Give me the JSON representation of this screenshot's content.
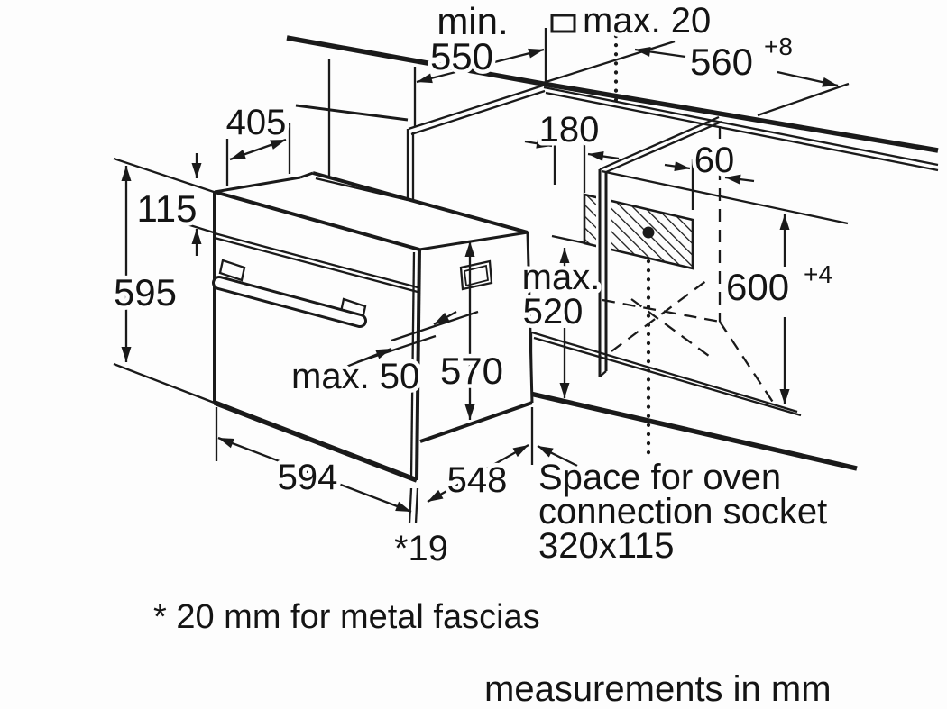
{
  "diagram": {
    "title_hint": "oven installation drawing",
    "dims": {
      "min_word": "min.",
      "d550": "550",
      "max20": "max. 20",
      "d560": "560",
      "d560_tol": "+8",
      "d405": "405",
      "d115": "115",
      "d595": "595",
      "d180": "180",
      "d60": "60",
      "max_word": "max.",
      "d520": "520",
      "d600": "600",
      "d600_tol": "+4",
      "max50": "max. 50",
      "d570": "570",
      "d594": "594",
      "d548": "548",
      "d19": "*19"
    },
    "notes": {
      "socket_l1": "Space for oven",
      "socket_l2": "connection socket",
      "socket_l3": "320x115",
      "fascia": "* 20 mm for metal fascias",
      "units": "measurements in mm"
    },
    "colors": {
      "line": "#1a1a1a",
      "background": "#fdfdfd"
    }
  }
}
